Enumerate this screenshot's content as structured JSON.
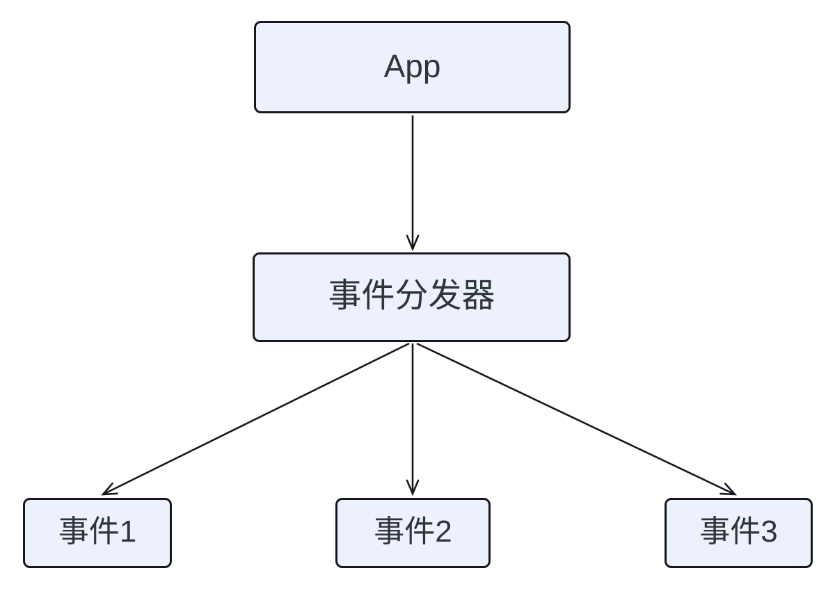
{
  "diagram": {
    "type": "flowchart",
    "direction": "top-down",
    "nodes": [
      {
        "id": "app",
        "label": "App"
      },
      {
        "id": "dispatcher",
        "label": "事件分发器"
      },
      {
        "id": "event1",
        "label": "事件1"
      },
      {
        "id": "event2",
        "label": "事件2"
      },
      {
        "id": "event3",
        "label": "事件3"
      }
    ],
    "edges": [
      {
        "from": "App",
        "to": "事件分发器"
      },
      {
        "from": "事件分发器",
        "to": "事件1"
      },
      {
        "from": "事件分发器",
        "to": "事件2"
      },
      {
        "from": "事件分发器",
        "to": "事件3"
      }
    ],
    "colors": {
      "node_fill": "#EDF1FB",
      "node_border": "#16181d",
      "text": "#2f353c",
      "arrow": "#16181d",
      "background": "#ffffff"
    }
  }
}
